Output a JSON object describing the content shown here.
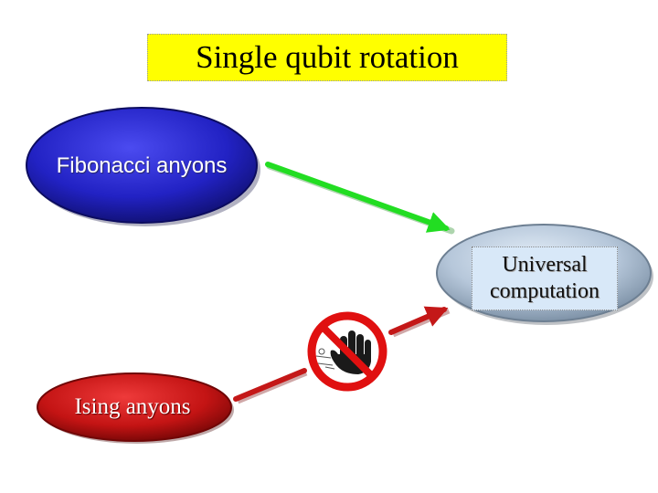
{
  "title": "Single qubit rotation",
  "nodes": {
    "fibonacci": "Fibonacci anyons",
    "universal": "Universal\ncomputation",
    "ising": "Ising anyons"
  },
  "colors": {
    "title_background": "#ffff00",
    "fibonacci_fill": "#1f1fb5",
    "universal_fill": "#b3c4d6",
    "ising_fill": "#c41010",
    "success_arrow": "#22dd22",
    "failed_arrow": "#c41818",
    "prohibition_sign": "#e01010"
  },
  "icons": [
    "stop-hand-icon"
  ]
}
